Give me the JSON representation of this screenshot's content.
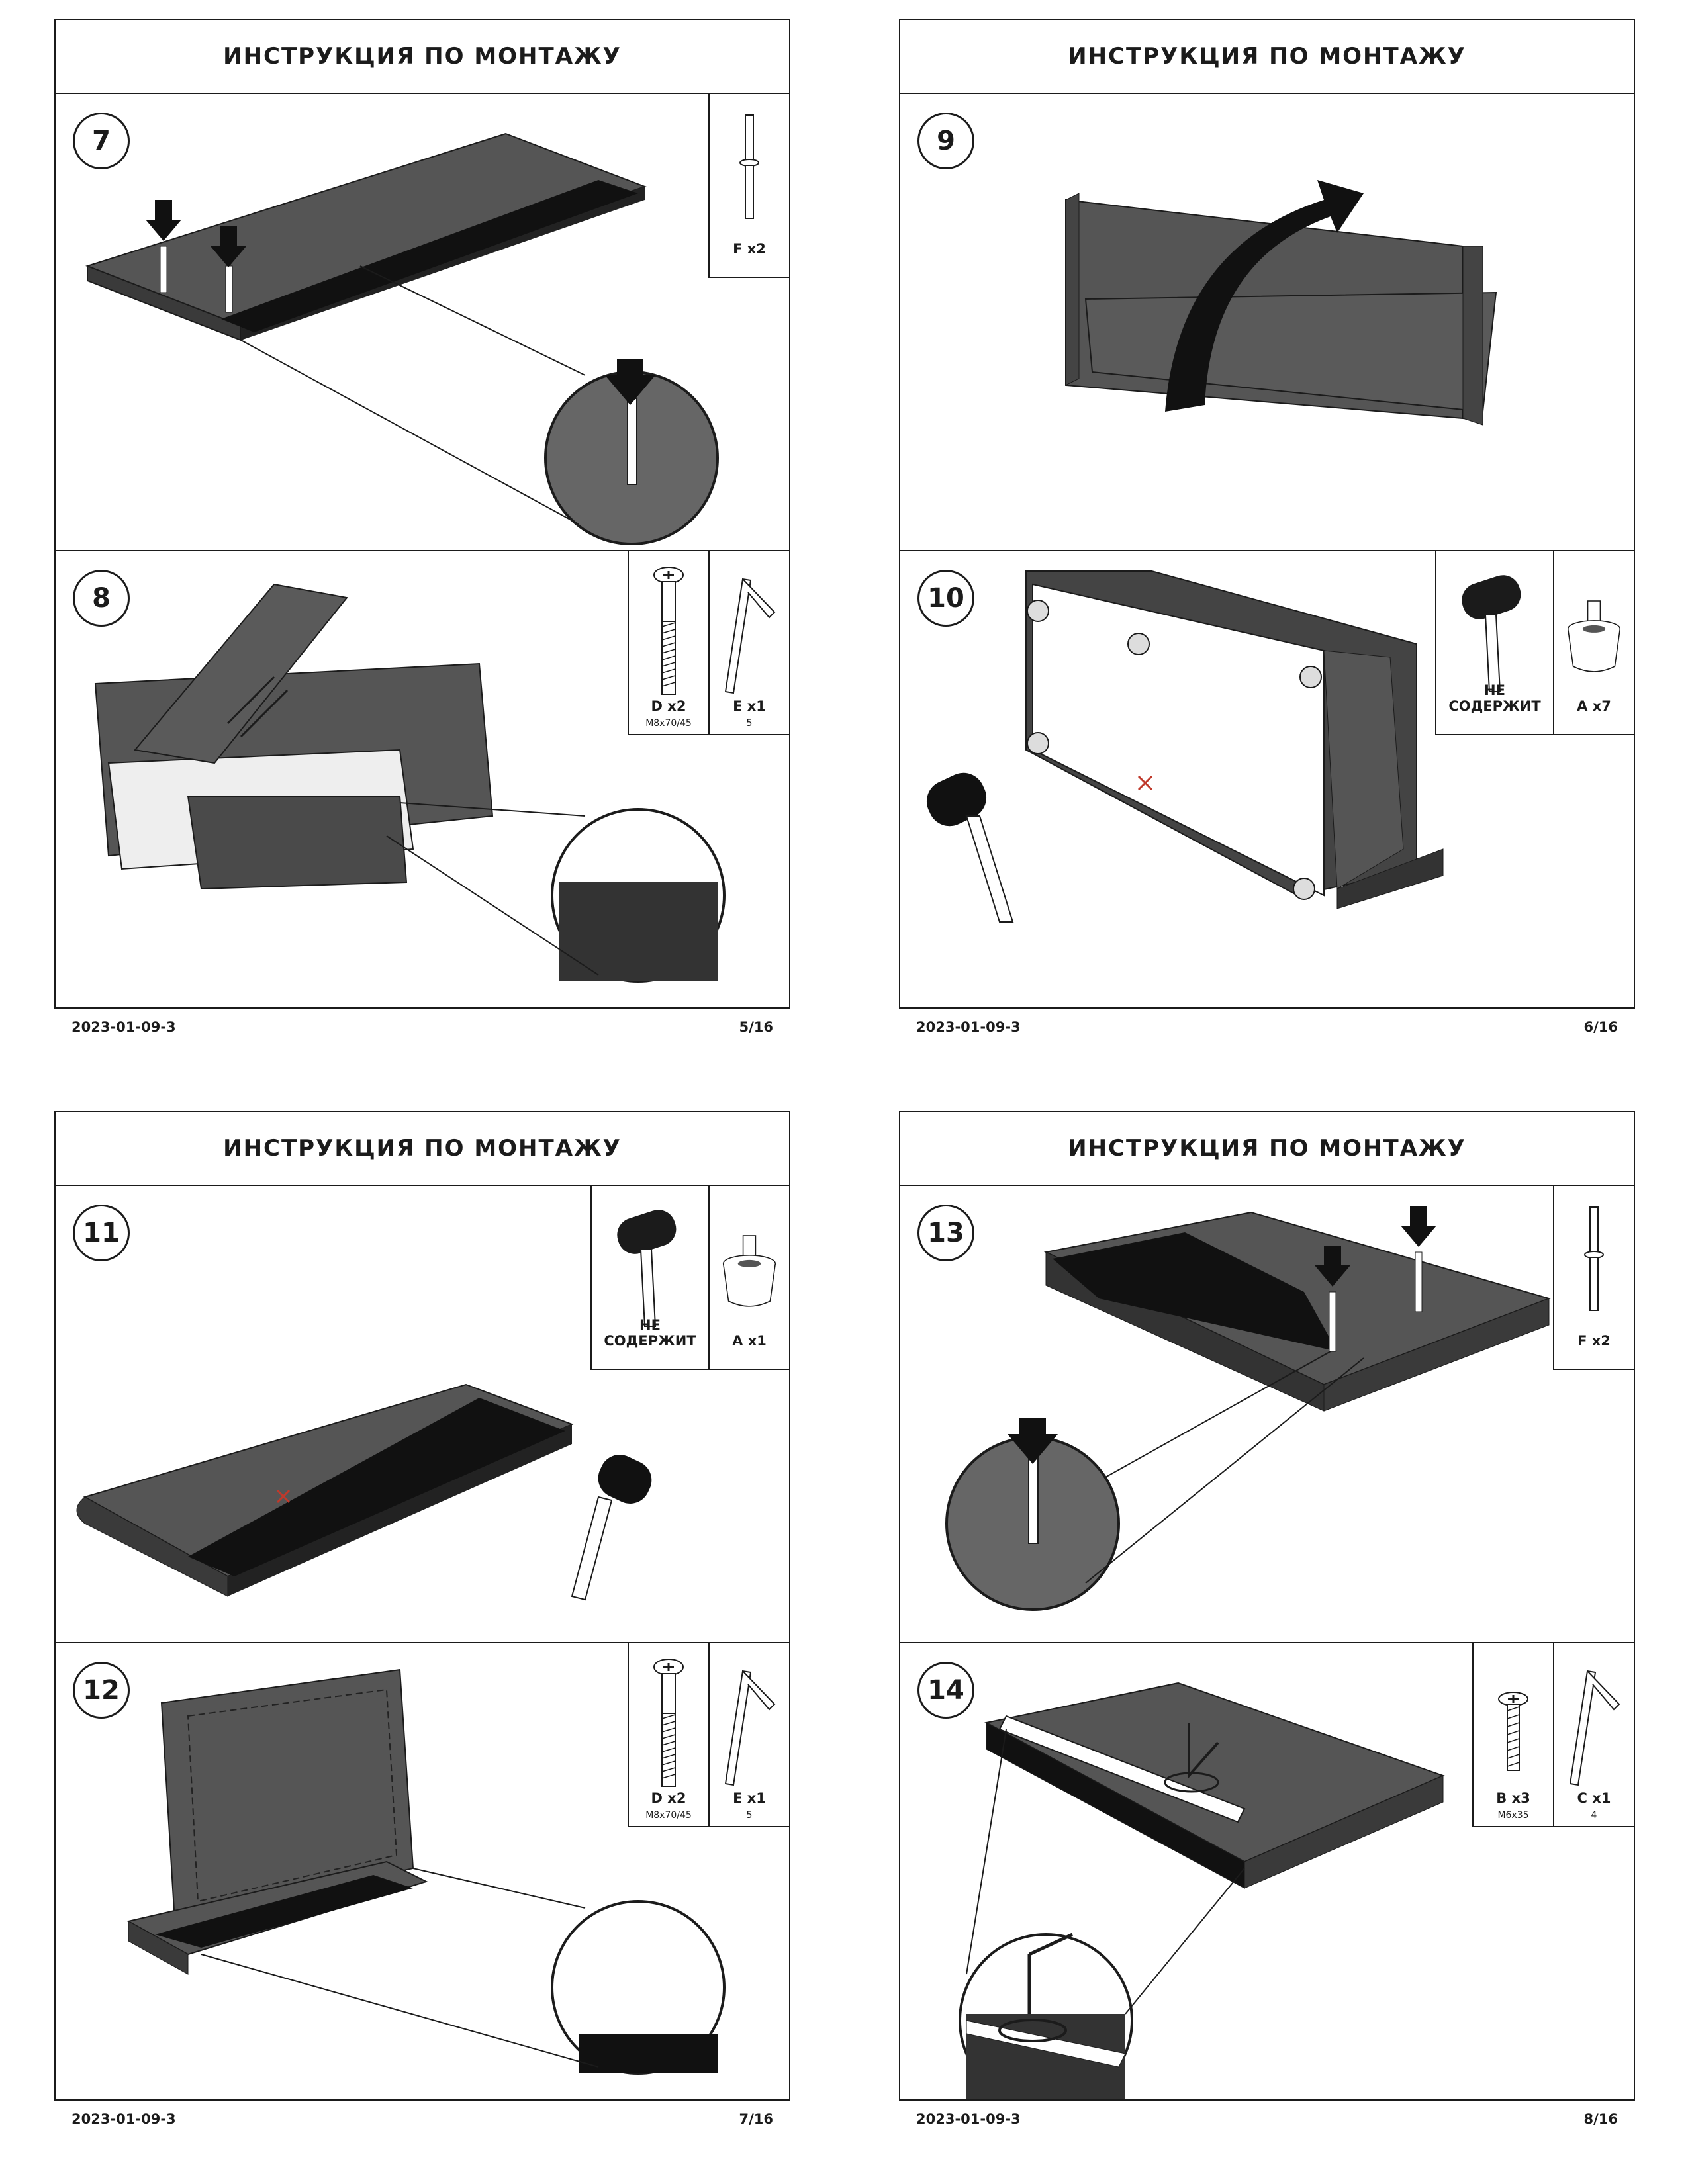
{
  "pages": [
    {
      "title": "ИНСТРУКЦИЯ ПО МОНТАЖУ",
      "date": "2023-01-09-3",
      "page_no": "5/16",
      "steps": [
        {
          "number": "7",
          "parts": [
            {
              "label": "F x2",
              "sub": "",
              "icon": "dowel-icon"
            }
          ]
        },
        {
          "number": "8",
          "parts": [
            {
              "label": "D x2",
              "sub": "M8x70/45",
              "icon": "bolt-icon"
            },
            {
              "label": "E x1",
              "sub": "5",
              "icon": "hex-key-icon"
            }
          ]
        }
      ]
    },
    {
      "title": "ИНСТРУКЦИЯ ПО МОНТАЖУ",
      "date": "2023-01-09-3",
      "page_no": "6/16",
      "steps": [
        {
          "number": "9",
          "parts": []
        },
        {
          "number": "10",
          "parts": [
            {
              "label": "НЕ СОДЕРЖИТ",
              "sub": "",
              "icon": "mallet-icon"
            },
            {
              "label": "A x7",
              "sub": "",
              "icon": "foot-icon"
            }
          ]
        }
      ]
    },
    {
      "title": "ИНСТРУКЦИЯ ПО МОНТАЖУ",
      "date": "2023-01-09-3",
      "page_no": "7/16",
      "steps": [
        {
          "number": "11",
          "parts": [
            {
              "label": "НЕ СОДЕРЖИТ",
              "sub": "",
              "icon": "mallet-icon"
            },
            {
              "label": "A x1",
              "sub": "",
              "icon": "foot-icon"
            }
          ]
        },
        {
          "number": "12",
          "parts": [
            {
              "label": "D x2",
              "sub": "M8x70/45",
              "icon": "bolt-icon"
            },
            {
              "label": "E x1",
              "sub": "5",
              "icon": "hex-key-icon"
            }
          ]
        }
      ]
    },
    {
      "title": "ИНСТРУКЦИЯ ПО МОНТАЖУ",
      "date": "2023-01-09-3",
      "page_no": "8/16",
      "steps": [
        {
          "number": "13",
          "parts": [
            {
              "label": "F x2",
              "sub": "",
              "icon": "dowel-icon"
            }
          ]
        },
        {
          "number": "14",
          "parts": [
            {
              "label": "B x3",
              "sub": "M6x35",
              "icon": "screw-icon"
            },
            {
              "label": "C x1",
              "sub": "4",
              "icon": "hex-key-icon"
            }
          ]
        }
      ]
    }
  ]
}
